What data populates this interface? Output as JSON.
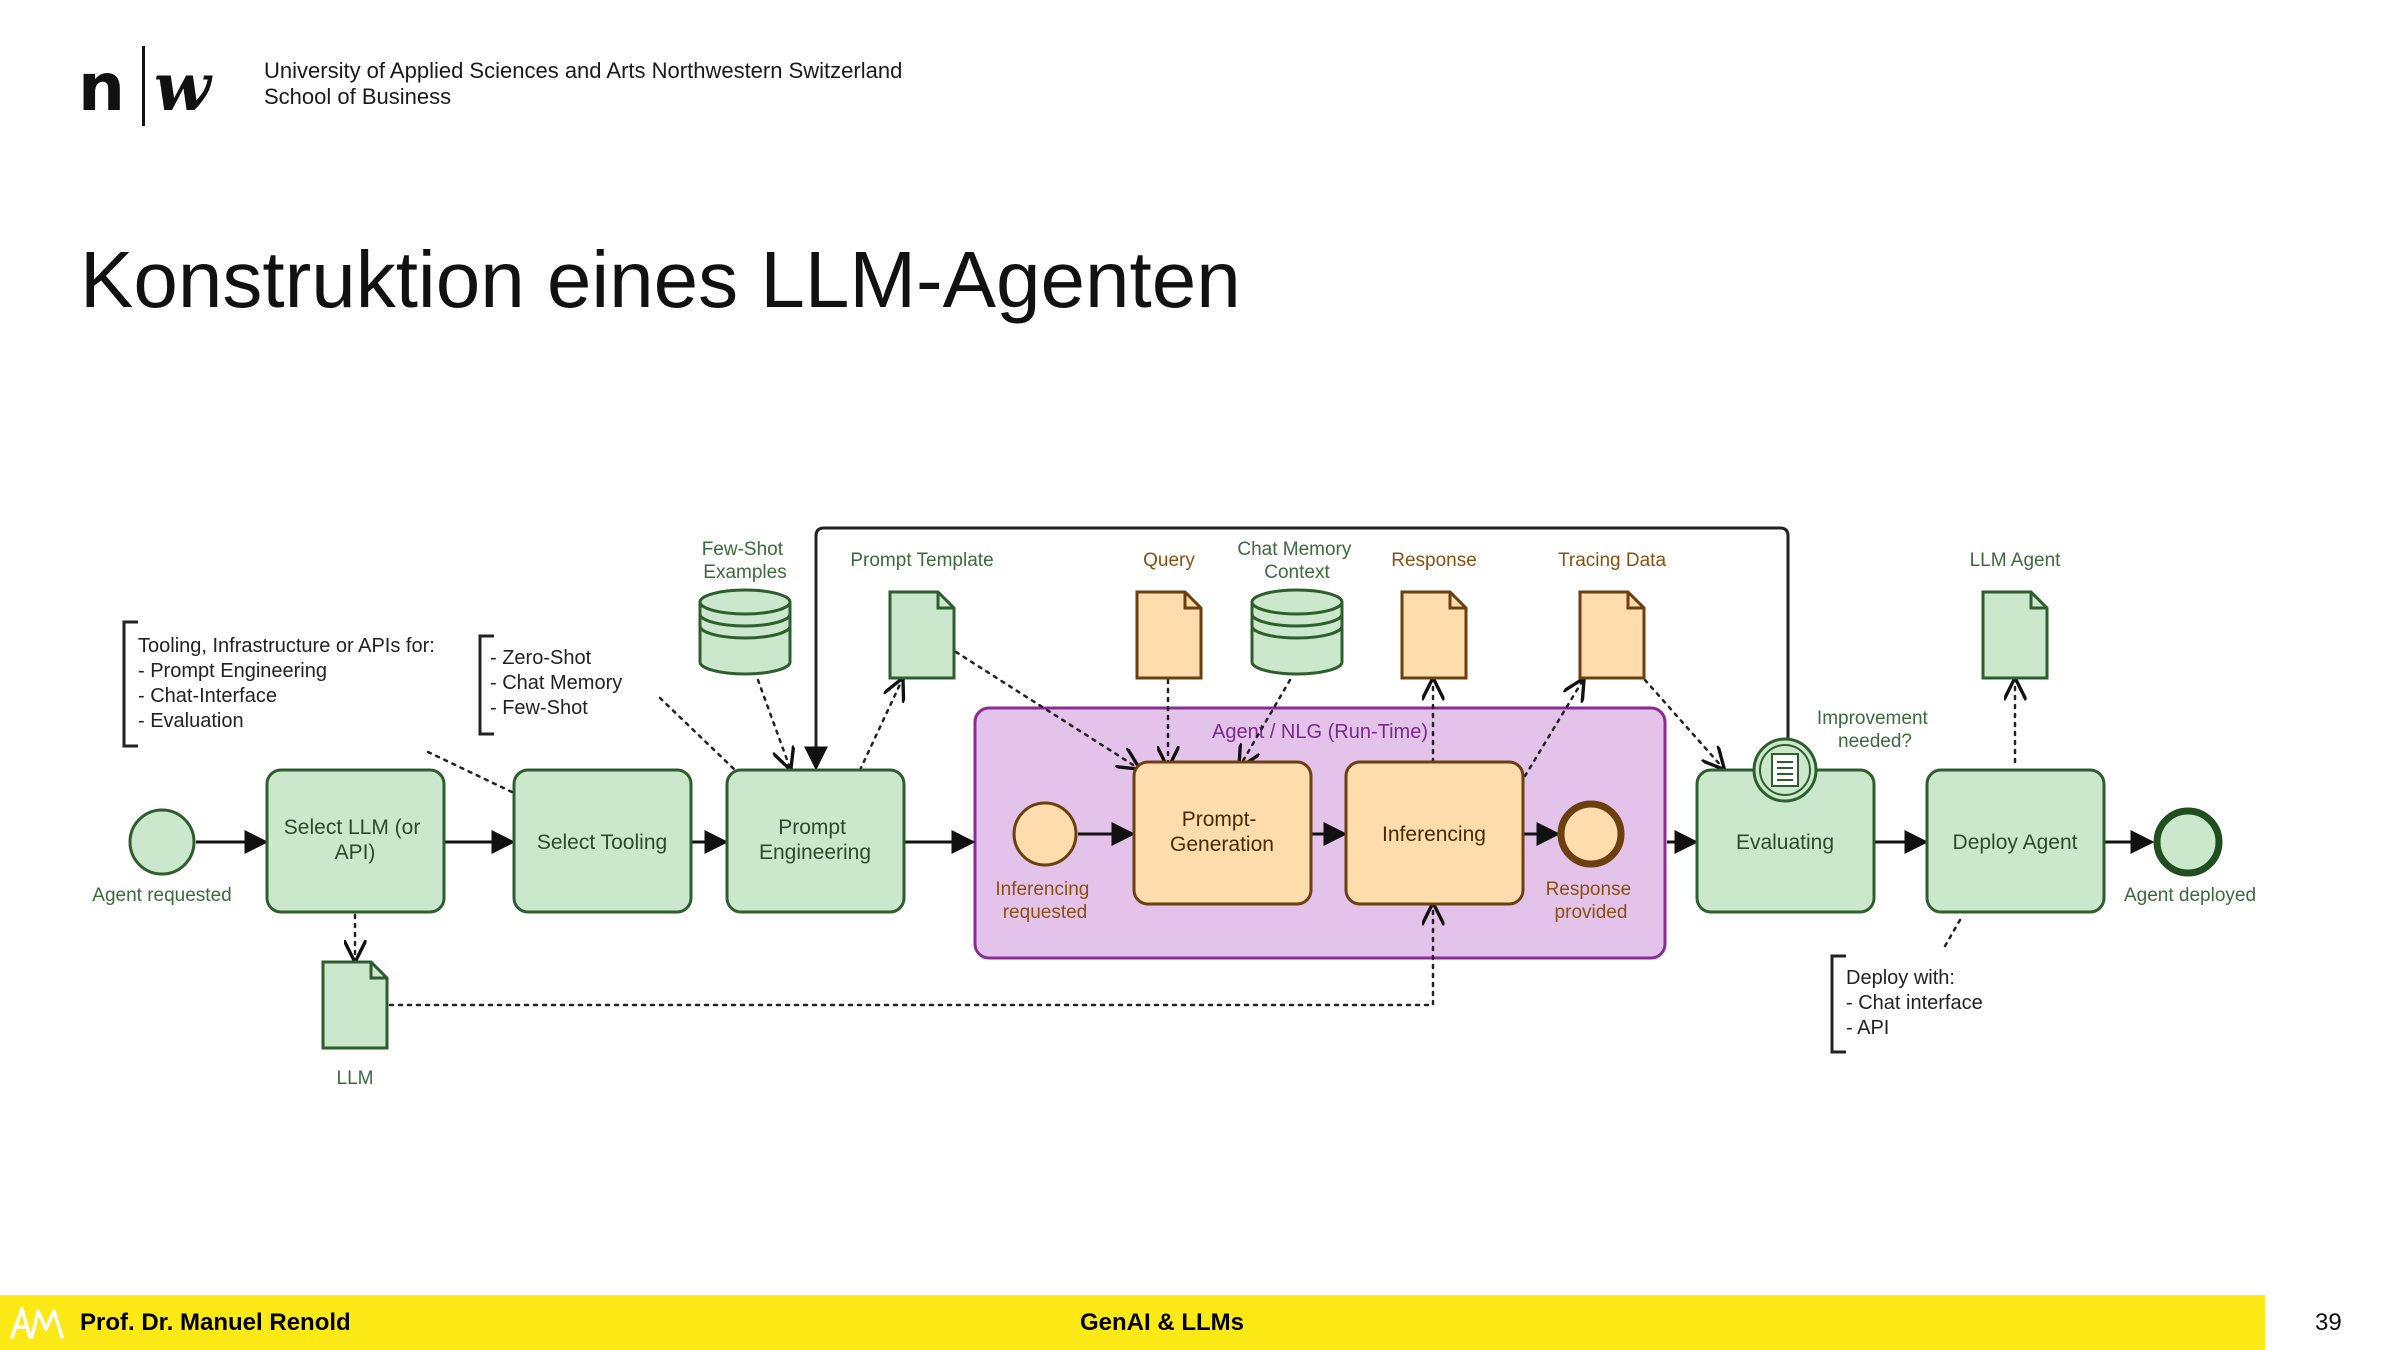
{
  "header": {
    "logo_text": "n|w",
    "institution_line1": "University of Applied Sciences and Arts Northwestern Switzerland",
    "institution_line2": "School of Business"
  },
  "slide": {
    "title": "Konstruktion eines LLM-Agenten",
    "page_number": "39"
  },
  "footer": {
    "monogram": "AM",
    "author": "Prof. Dr. Manuel Renold",
    "course": "GenAI & LLMs"
  },
  "diagram": {
    "events": {
      "start_label": "Agent requested",
      "end_label": "Agent deployed",
      "inner_start_label": [
        "Inferencing",
        "requested"
      ],
      "inner_end_label": [
        "Response",
        "provided"
      ]
    },
    "tasks": {
      "select_llm": [
        "Select LLM (or",
        "API)"
      ],
      "select_tooling": [
        "Select Tooling"
      ],
      "prompt_engineering": [
        "Prompt",
        "Engineering"
      ],
      "prompt_generation": [
        "Prompt-",
        "Generation"
      ],
      "inferencing": [
        "Inferencing"
      ],
      "evaluating": [
        "Evaluating"
      ],
      "deploy_agent": [
        "Deploy Agent"
      ]
    },
    "subprocess_label": "Agent / NLG (Run-Time)",
    "data_objects": {
      "few_shot": [
        "Few-Shot",
        "Examples"
      ],
      "prompt_template": [
        "Prompt Template"
      ],
      "query": [
        "Query"
      ],
      "chat_memory": [
        "Chat Memory",
        "Context"
      ],
      "response": [
        "Response"
      ],
      "tracing": [
        "Tracing Data"
      ],
      "llm_agent": [
        "LLM Agent"
      ],
      "llm": [
        "LLM"
      ]
    },
    "improvement_label": [
      "Improvement",
      "needed?"
    ],
    "annotations": {
      "tooling": [
        "Tooling, Infrastructure or APIs for:",
        "- Prompt Engineering",
        "- Chat-Interface",
        "- Evaluation"
      ],
      "prompting": [
        "- Zero-Shot",
        "- Chat Memory",
        "- Few-Shot"
      ],
      "deploy": [
        "Deploy with:",
        "- Chat interface",
        "- API"
      ]
    },
    "colors": {
      "green_fill": "#cce8cc",
      "green_stroke": "#2e5e2e",
      "green_text": "#3b6b3b",
      "orange_fill": "#ffdcac",
      "orange_stroke": "#6b3f10",
      "orange_text": "#8a5010",
      "purple_fill": "#e4c3ea",
      "purple_stroke": "#8a2c94",
      "purple_text": "#7a2a8a",
      "footer_yellow": "#fde916"
    }
  }
}
